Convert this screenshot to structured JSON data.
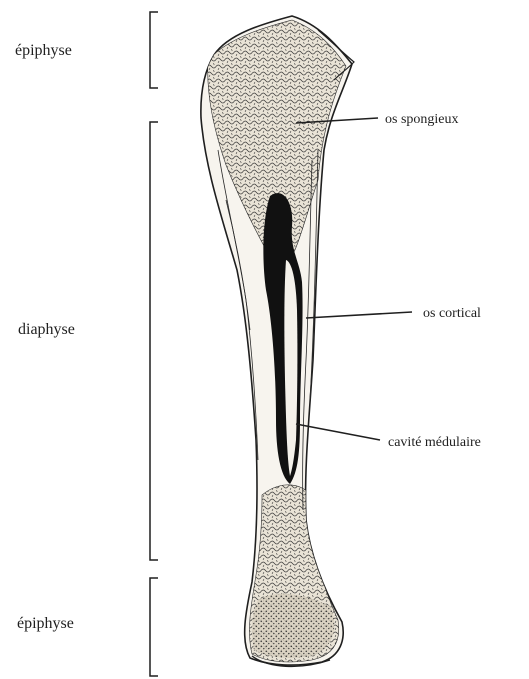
{
  "labels": {
    "epiphysis_top": "épiphyse",
    "diaphysis": "diaphyse",
    "epiphysis_bottom": "épiphyse",
    "spongy_bone": "os spongieux",
    "cortical_bone": "os cortical",
    "medullary_cavity": "cavité médulaire"
  },
  "colors": {
    "ink": "#1f1f1f",
    "bone_fill": "#f7f4ee",
    "spongy_fill": "#cfc7b8",
    "cavity_fill": "#111111"
  }
}
